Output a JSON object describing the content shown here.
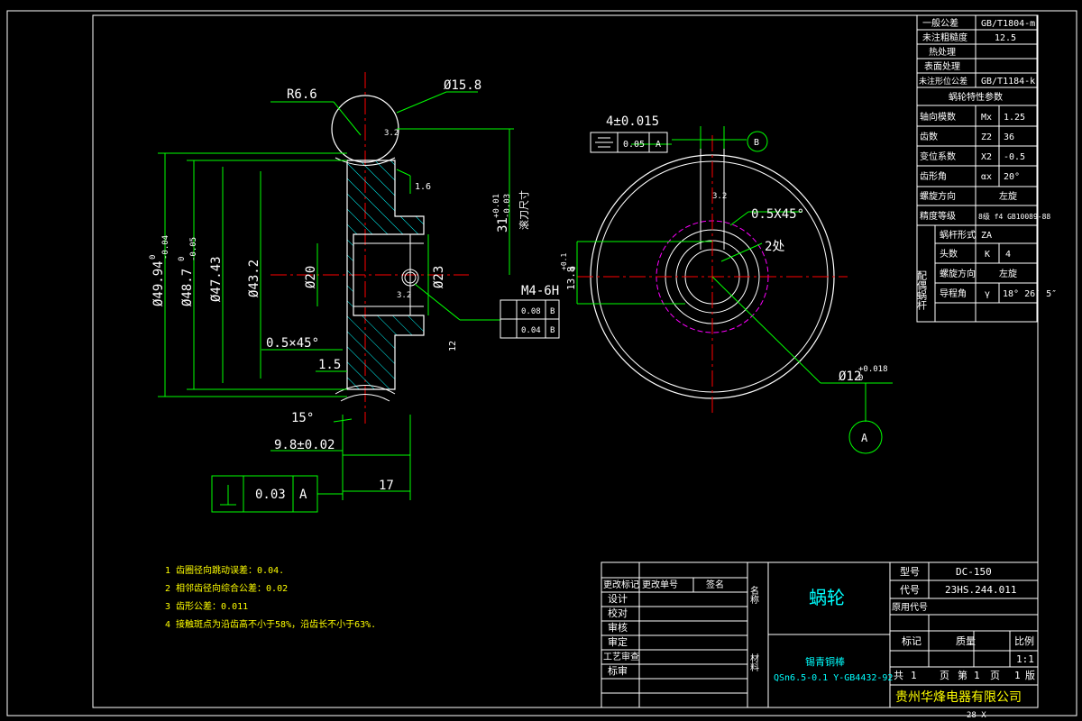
{
  "colors": {
    "background": "#000000",
    "frame": "#ffffff",
    "geometry": "#ffffff",
    "dimension": "#00ff00",
    "hatch": "#00ffff",
    "center_line": "#ff0000",
    "hidden": "#ff00ff"
  },
  "drawing": {
    "dims": {
      "r66": "R6.6",
      "d158": "Ø15.8",
      "d4994": "Ø49.94",
      "d4994_tol": "0",
      "d4994_tol2": "-0.04",
      "d487": "Ø48.7",
      "d487_tol": "0",
      "d487_tol2": "-0.05",
      "d4743": "Ø47.43",
      "d432": "Ø43.2",
      "d20": "Ø20",
      "d23": "Ø23",
      "chamfer_left": "0.5×45°",
      "w15": "1.5",
      "ang15": "15°",
      "w98": "9.8±0.02",
      "w17": "17",
      "perp_value": "0.03",
      "perp_datum": "A",
      "m4": "M4-6H",
      "m4_tol1": "0.08",
      "m4_ref1": "B",
      "m4_tol2": "0.04",
      "m4_ref2": "B",
      "h31": "31",
      "h31_tol1": "+0.01",
      "h31_tol2": "-0.03",
      "h31_note": "滚刀尺寸",
      "r16": "1.6",
      "r32a": "3.2",
      "r32b": "3.2",
      "r32c": "3.2",
      "d12b": "12",
      "key4": "4±0.015",
      "sym_value": "0.05",
      "sym_datum": "A",
      "datum_b": "B",
      "chamfer_right": "0.5X45°",
      "two_places": "2处",
      "key138": "13.8",
      "key138_tol": "+0.1",
      "key138_tol2": "0",
      "bore12": "Ø12",
      "bore12_tol": "+0.018",
      "bore12_tol2": "0",
      "datum_a": "A"
    },
    "param_table": [
      [
        "一般公差",
        "GB/T1804-m"
      ],
      [
        "未注粗糙度",
        "12.5"
      ],
      [
        "热处理",
        ""
      ],
      [
        "表面处理",
        ""
      ],
      [
        "未注形位公差",
        "GB/T1184-k"
      ]
    ],
    "param_title": "蜗轮特性参数",
    "params": [
      {
        "name": "轴向模数",
        "sym": "Mx",
        "val": "1.25"
      },
      {
        "name": "齿数",
        "sym": "Z2",
        "val": "36"
      },
      {
        "name": "变位系数",
        "sym": "X2",
        "val": "-0.5"
      },
      {
        "name": "齿形角",
        "sym": "αx",
        "val": "20°"
      },
      {
        "name": "螺旋方向",
        "sym": "",
        "val": "左旋"
      },
      {
        "name": "精度等级",
        "sym": "",
        "val": "8级 f4 GB10089-88"
      }
    ],
    "mate_label": "配偶蜗杆",
    "mate": [
      {
        "name": "蜗杆形式",
        "val": "ZA"
      },
      {
        "name": "头数",
        "sym": "K",
        "val": "4"
      },
      {
        "name": "螺旋方向",
        "val": "左旋"
      },
      {
        "name": "导程角",
        "sym": "γ",
        "val": "18° 26′ 5″"
      }
    ],
    "notes": [
      "1  齿圈径向跳动误差：0.04.",
      "2  相邻齿径向综合公差：0.02",
      "3  齿形公差：0.011",
      "4  接触斑点为沿齿高不小于58%，沿齿长不小于63%."
    ],
    "title_block": {
      "rev_headers": [
        "更改标记",
        "更改单号",
        "签名"
      ],
      "roles": [
        "设计",
        "校对",
        "审核",
        "审定",
        "工艺审查",
        "标审"
      ],
      "name_label": "名称",
      "material_label": "材料",
      "part_name": "蜗轮",
      "material": "锡青铜棒",
      "material_spec": "QSn6.5-0.1 Y-GB4432-92",
      "type_label": "型号",
      "type_val": "DC-150",
      "code_label": "代号",
      "code_val": "23HS.244.011",
      "orig_label": "原用代号",
      "mark_label": "标记",
      "weight_label": "质量",
      "scale_label": "比例",
      "scale_val": "1:1",
      "total_label": "共",
      "total_val": "1",
      "page_label": "页",
      "sheet_label": "第",
      "sheet_val": "1",
      "page_label2": "页",
      "edition_val": "1",
      "edition_label": "版",
      "company": "贵州华烽电器有限公司",
      "footer": "28 X"
    }
  }
}
